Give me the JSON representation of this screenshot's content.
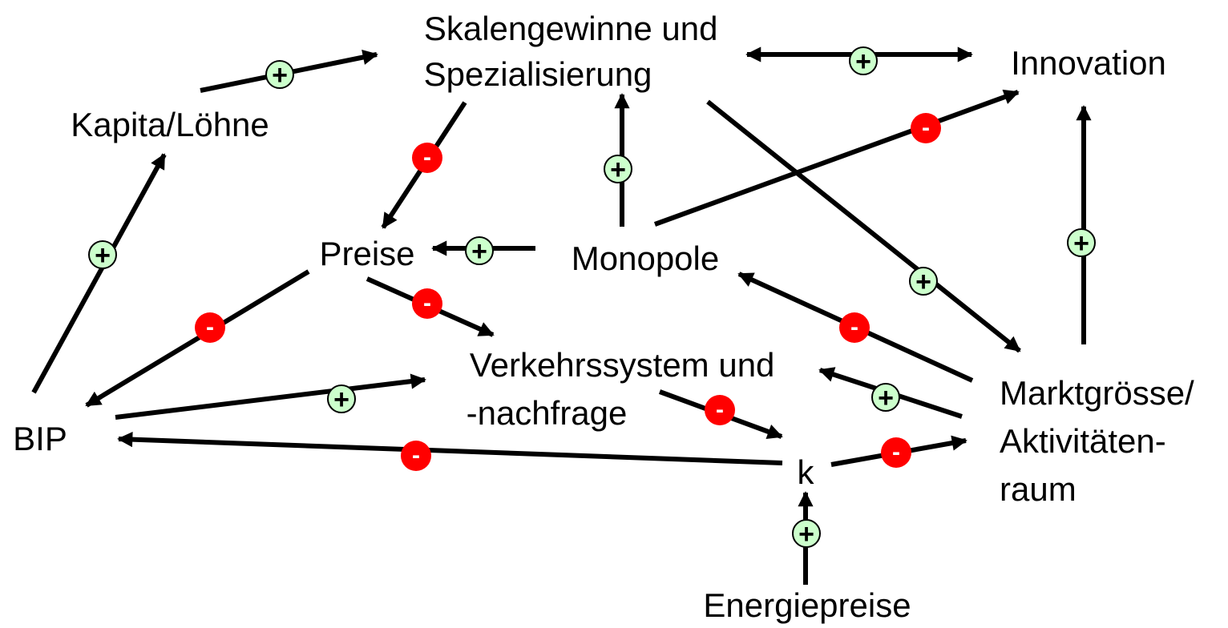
{
  "nodes": {
    "skalengewinne": [
      "Skalengewinne und",
      "Spezialisierung"
    ],
    "innovation": [
      "Innovation"
    ],
    "kapita": [
      "Kapita/Löhne"
    ],
    "preise": [
      "Preise"
    ],
    "monopole": [
      "Monopole"
    ],
    "verkehr": [
      "Verkehrssystem und",
      "-nachfrage"
    ],
    "bip": [
      "BIP"
    ],
    "k": [
      "k"
    ],
    "markt": [
      "Marktgrösse/",
      "Aktivitäten-",
      "raum"
    ],
    "energie": [
      "Energiepreise"
    ]
  },
  "edges": [
    {
      "from": "kapita",
      "to": "skalengewinne",
      "sign": "+"
    },
    {
      "from": "skalengewinne",
      "to": "innovation",
      "sign": "+",
      "bidirectional": true
    },
    {
      "from": "bip",
      "to": "kapita",
      "sign": "+"
    },
    {
      "from": "skalengewinne",
      "to": "preise",
      "sign": "-"
    },
    {
      "from": "monopole",
      "to": "skalengewinne",
      "sign": "+"
    },
    {
      "from": "monopole",
      "to": "innovation",
      "sign": "-"
    },
    {
      "from": "skalengewinne",
      "to": "markt",
      "sign": "+"
    },
    {
      "from": "markt",
      "to": "innovation",
      "sign": "+"
    },
    {
      "from": "monopole",
      "to": "preise",
      "sign": "+"
    },
    {
      "from": "preise",
      "to": "bip",
      "sign": "-"
    },
    {
      "from": "preise",
      "to": "verkehr",
      "sign": "-"
    },
    {
      "from": "markt",
      "to": "monopole",
      "sign": "-"
    },
    {
      "from": "bip",
      "to": "verkehr",
      "sign": "+"
    },
    {
      "from": "markt",
      "to": "verkehr",
      "sign": "+"
    },
    {
      "from": "verkehr",
      "to": "k",
      "sign": "-"
    },
    {
      "from": "k",
      "to": "bip",
      "sign": "-"
    },
    {
      "from": "k",
      "to": "markt",
      "sign": "-"
    },
    {
      "from": "energie",
      "to": "k",
      "sign": "+"
    }
  ],
  "colors": {
    "plus_fill": "#ccffcc",
    "minus_fill": "#ff0000",
    "line": "#000000"
  }
}
